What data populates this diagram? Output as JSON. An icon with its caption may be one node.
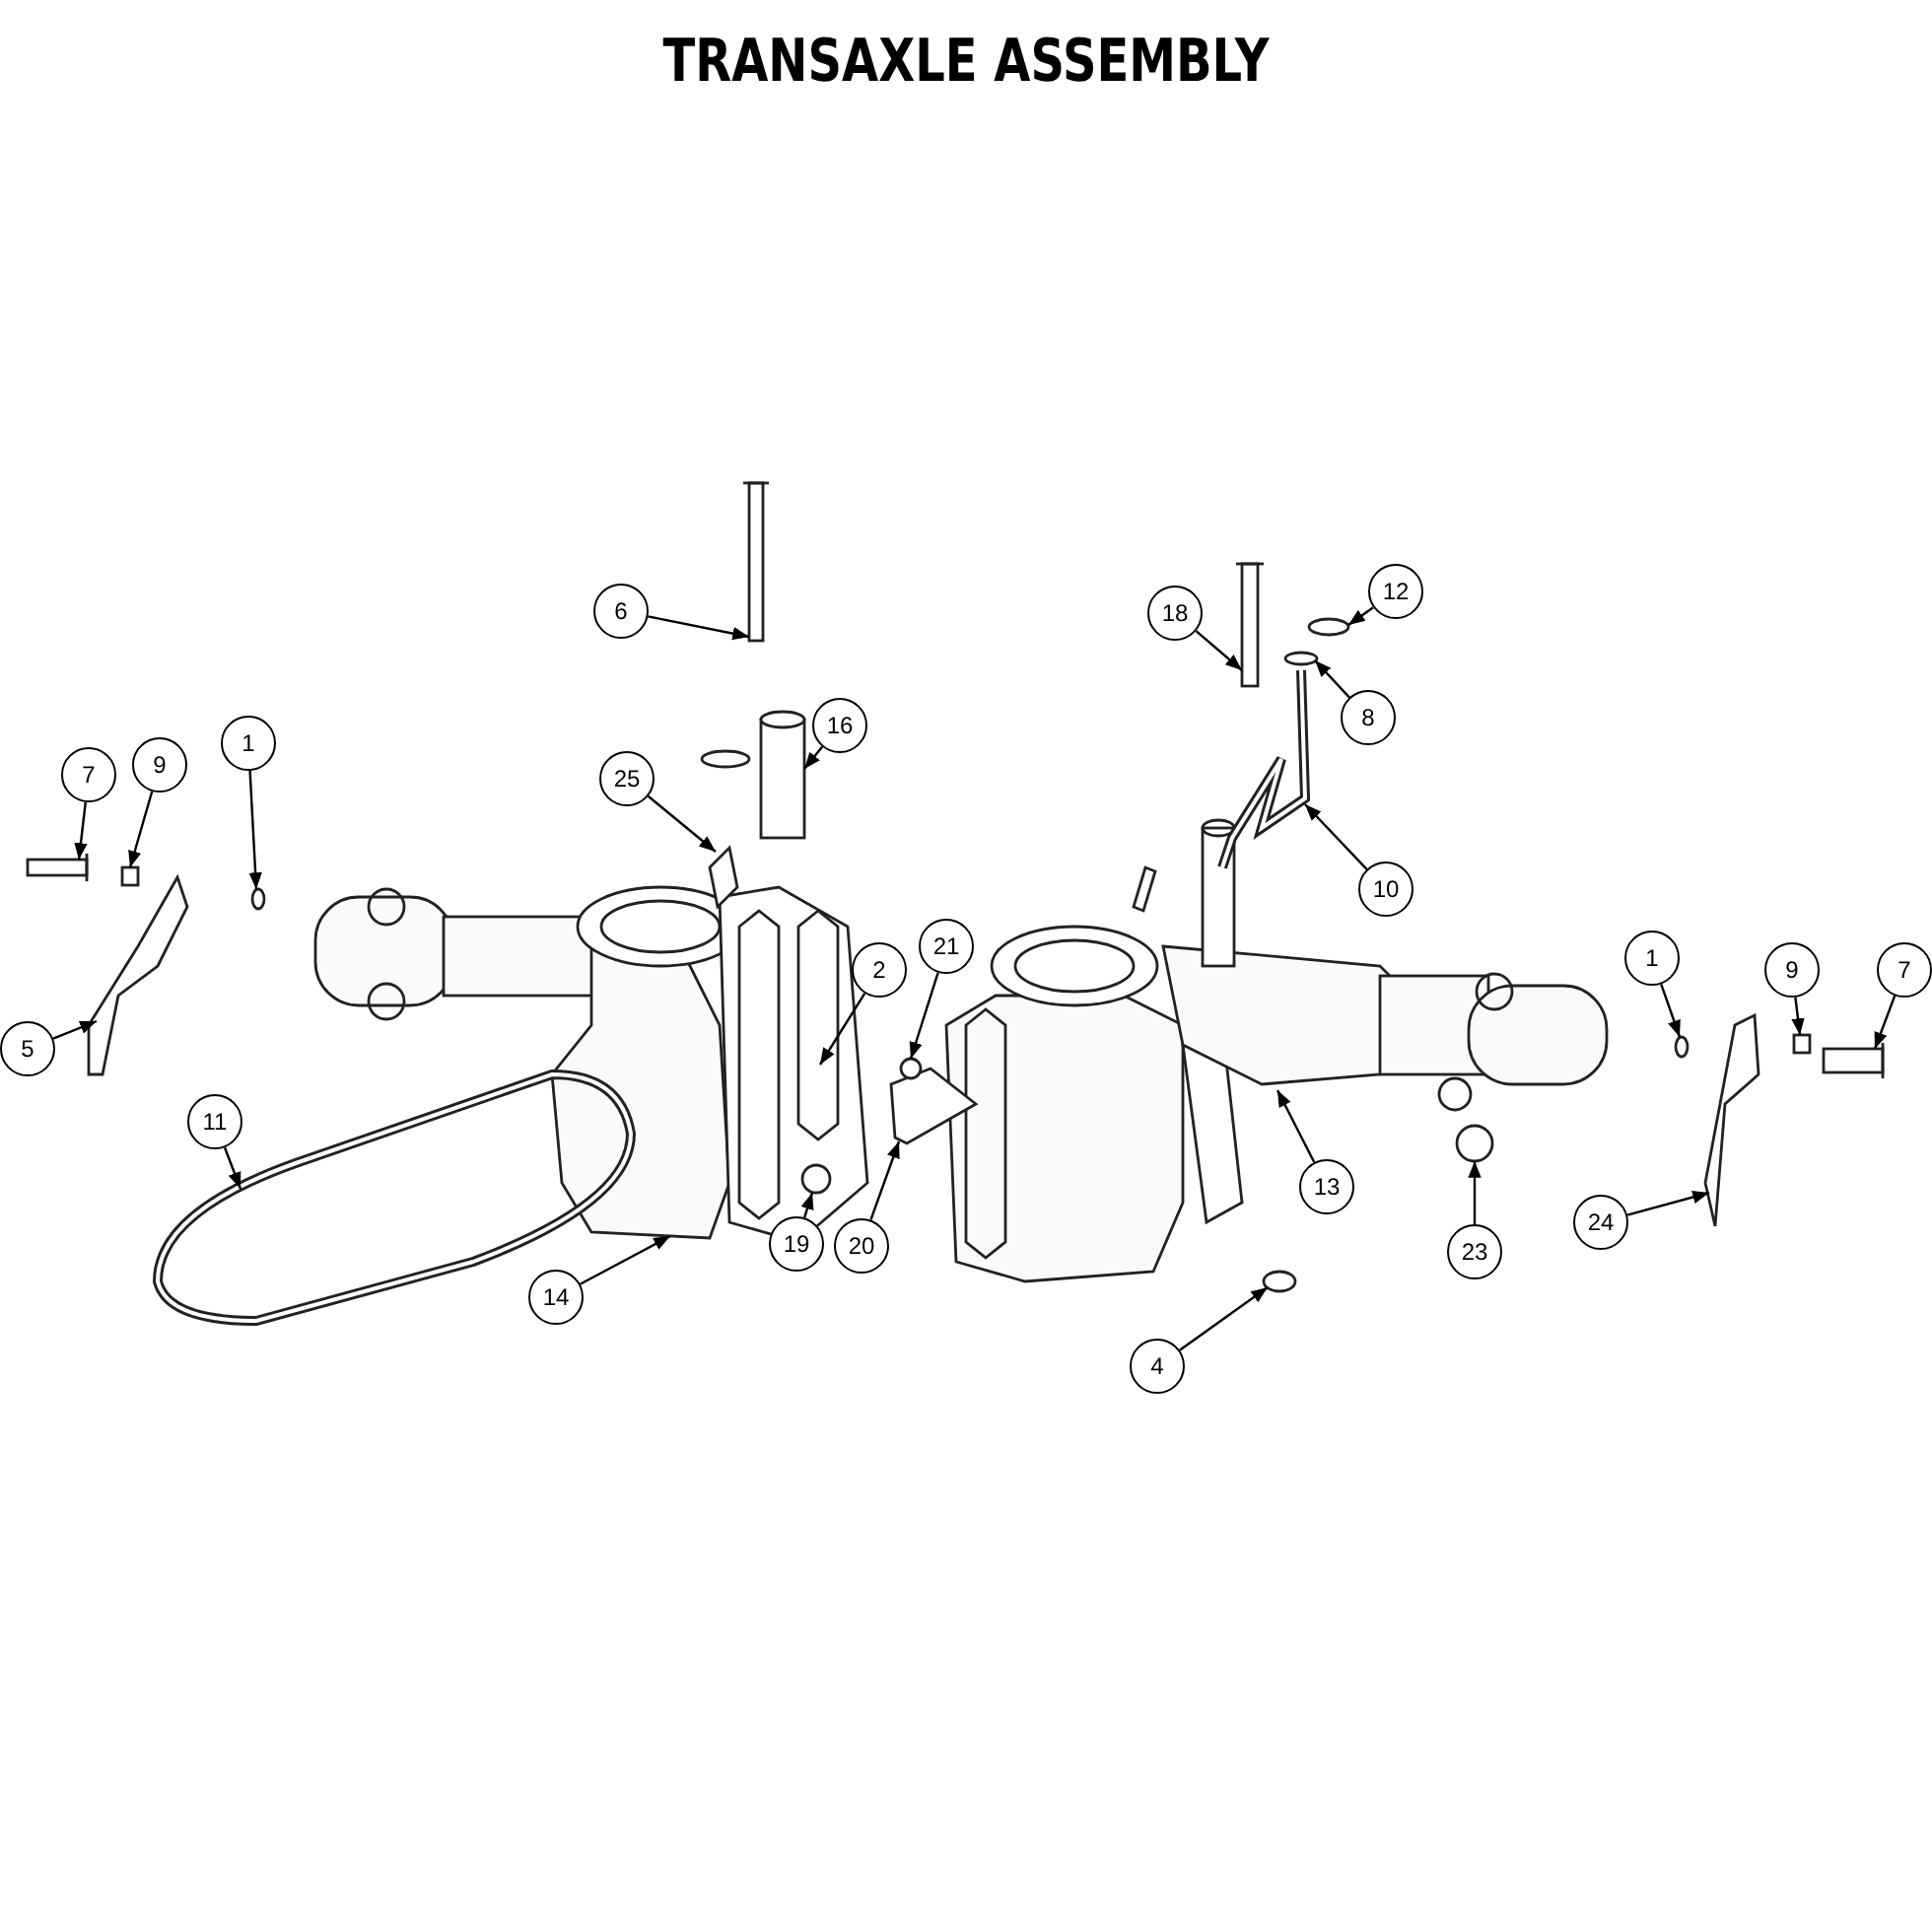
{
  "diagram": {
    "title": "TRANSAXLE ASSEMBLY",
    "nodes": [
      {
        "text": [
          "6"
        ]
      },
      {
        "text": [
          "18"
        ]
      },
      {
        "text": [
          "12"
        ]
      },
      {
        "text": [
          "16"
        ]
      },
      {
        "text": [
          "8"
        ]
      },
      {
        "text": [
          "25"
        ]
      },
      {
        "text": [
          "7"
        ]
      },
      {
        "text": [
          "9"
        ]
      },
      {
        "text": [
          "1"
        ]
      },
      {
        "text": [
          "10"
        ]
      },
      {
        "text": [
          "21"
        ]
      },
      {
        "text": [
          "2"
        ]
      },
      {
        "text": [
          "1"
        ]
      },
      {
        "text": [
          "9"
        ]
      },
      {
        "text": [
          "7"
        ]
      },
      {
        "text": [
          "5"
        ]
      },
      {
        "text": [
          "11"
        ]
      },
      {
        "text": [
          "13"
        ]
      },
      {
        "text": [
          "23"
        ]
      },
      {
        "text": [
          "24"
        ]
      },
      {
        "text": [
          "14"
        ]
      },
      {
        "text": [
          "19"
        ]
      },
      {
        "text": [
          "20"
        ]
      },
      {
        "text": [
          "4"
        ]
      },
      {
        "text": [],
        "shape": "bar"
      },
      {
        "text": [],
        "shape": "picture"
      },
      {
        "text": [],
        "shape": "box"
      },
      {
        "text": [],
        "shape": "picture"
      },
      {
        "text": [],
        "shape": "circle"
      },
      {
        "text": [],
        "shape": "picture"
      },
      {
        "text": [],
        "shape": "bar"
      },
      {
        "text": [],
        "shape": "cylinder"
      },
      {
        "text": [],
        "shape": "circle"
      },
      {
        "text": [],
        "shape": "picture"
      },
      {
        "text": [],
        "shape": "circle"
      },
      {
        "text": [],
        "shape": "bar"
      },
      {
        "text": [],
        "shape": "circle"
      },
      {
        "text": [],
        "shape": "picture"
      },
      {
        "text": [],
        "shape": "circle"
      },
      {
        "text": [],
        "shape": "circle"
      },
      {
        "text": [],
        "shape": "circle"
      },
      {
        "text": [],
        "shape": "circle"
      },
      {
        "text": [],
        "shape": "picture"
      },
      {
        "text": [],
        "shape": "box"
      },
      {
        "text": [],
        "shape": "bar"
      }
    ],
    "edges": [
      {
        "from": 0,
        "to": 30,
        "arrow": "to"
      },
      {
        "from": 1,
        "to": 35,
        "arrow": "to"
      },
      {
        "from": 2,
        "to": 39,
        "arrow": "to"
      },
      {
        "from": 3,
        "to": 31,
        "arrow": "to"
      },
      {
        "from": 4,
        "to": 38,
        "arrow": "to"
      },
      {
        "from": 5,
        "to": 29,
        "arrow": "to"
      },
      {
        "from": 6,
        "to": 24,
        "arrow": "to"
      },
      {
        "from": 7,
        "to": 26,
        "arrow": "to"
      },
      {
        "from": 8,
        "to": 28,
        "arrow": "to"
      },
      {
        "from": 9,
        "to": 37,
        "arrow": "to"
      },
      {
        "from": 10,
        "to": 34,
        "arrow": "to"
      },
      {
        "from": 11,
        "to": null,
        "arrow": "to"
      },
      {
        "from": 12,
        "to": 41,
        "arrow": "to"
      },
      {
        "from": 13,
        "to": 43,
        "arrow": "to"
      },
      {
        "from": 14,
        "to": 44,
        "arrow": "to"
      },
      {
        "from": 15,
        "to": 25,
        "arrow": "to"
      },
      {
        "from": 16,
        "to": 27,
        "arrow": "to"
      },
      {
        "from": 17,
        "to": null,
        "arrow": "to"
      },
      {
        "from": 18,
        "to": 40,
        "arrow": "to"
      },
      {
        "from": 19,
        "to": 42,
        "arrow": "to"
      },
      {
        "from": 20,
        "to": null,
        "arrow": "to"
      },
      {
        "from": 21,
        "to": 32,
        "arrow": "to"
      },
      {
        "from": 22,
        "to": 33,
        "arrow": "to"
      },
      {
        "from": 23,
        "to": 36,
        "arrow": "to"
      }
    ]
  }
}
